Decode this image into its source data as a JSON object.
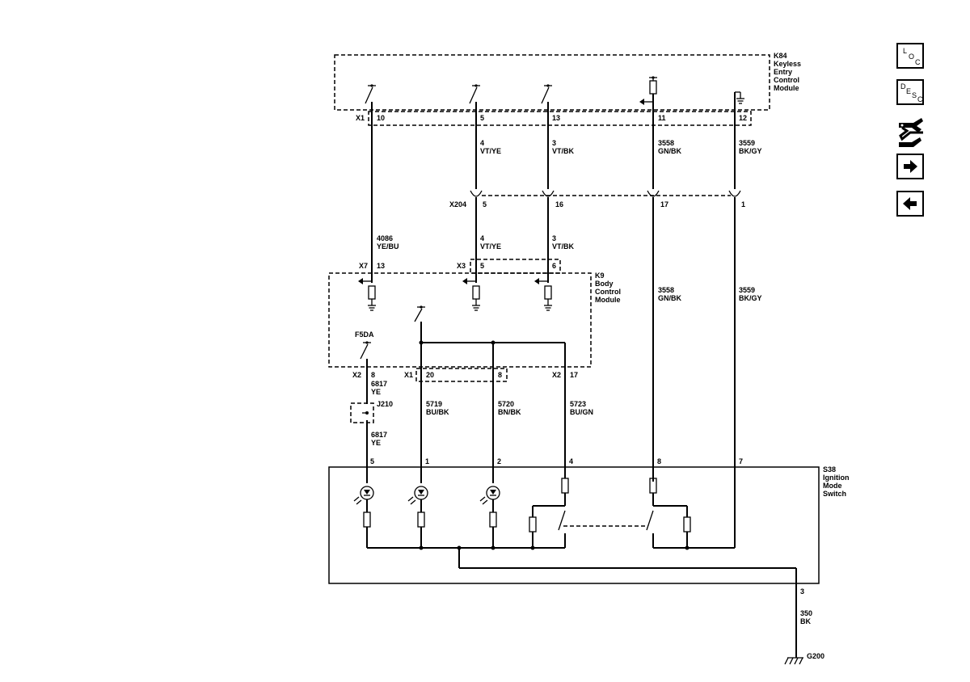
{
  "modules": {
    "k84": {
      "id": "K84",
      "name": [
        "Keyless",
        "Entry",
        "Control",
        "Module"
      ]
    },
    "k9": {
      "id": "K9",
      "name": [
        "Body",
        "Control",
        "Module"
      ]
    },
    "s38": {
      "id": "S38",
      "name": [
        "Ignition",
        "Mode",
        "Switch"
      ]
    }
  },
  "connectors": {
    "x1_top": "X1",
    "x204": "X204",
    "x7": "X7",
    "x3": "X3",
    "x2_left": "X2",
    "x1_mid": "X1",
    "x2_right": "X2"
  },
  "pins": {
    "k84": [
      "10",
      "5",
      "13",
      "11",
      "12"
    ],
    "x204": [
      "5",
      "16",
      "17",
      "1"
    ],
    "k9_in": [
      "13",
      "5",
      "6"
    ],
    "k9_out": [
      "8",
      "20",
      "8",
      "17"
    ],
    "s38": [
      "5",
      "1",
      "2",
      "4",
      "8",
      "7",
      "3"
    ]
  },
  "circuits": {
    "c4086": [
      "4086",
      "YE/BU"
    ],
    "c4_top": [
      "4",
      "VT/YE"
    ],
    "c3_top": [
      "3",
      "VT/BK"
    ],
    "c3558_top": [
      "3558",
      "GN/BK"
    ],
    "c3559_top": [
      "3559",
      "BK/GY"
    ],
    "c4_mid": [
      "4",
      "VT/YE"
    ],
    "c3_mid": [
      "3",
      "VT/BK"
    ],
    "c3558_mid": [
      "3558",
      "GN/BK"
    ],
    "c3559_mid": [
      "3559",
      "BK/GY"
    ],
    "c6817_a": [
      "6817",
      "YE"
    ],
    "c6817_b": [
      "6817",
      "YE"
    ],
    "c5719": [
      "5719",
      "BU/BK"
    ],
    "c5720": [
      "5720",
      "BN/BK"
    ],
    "c5723": [
      "5723",
      "BU/GN"
    ],
    "c350": [
      "350",
      "BK"
    ]
  },
  "labels": {
    "fuse": "F5DA",
    "splice": "J210",
    "ground": "G200"
  },
  "nav": {
    "loc": [
      "L",
      "O",
      "C"
    ],
    "desc": [
      "D",
      "E",
      "S",
      "C"
    ],
    "icon_names": [
      "loc-button",
      "desc-button",
      "connector-icon",
      "forward-arrow-icon",
      "back-arrow-icon"
    ]
  }
}
